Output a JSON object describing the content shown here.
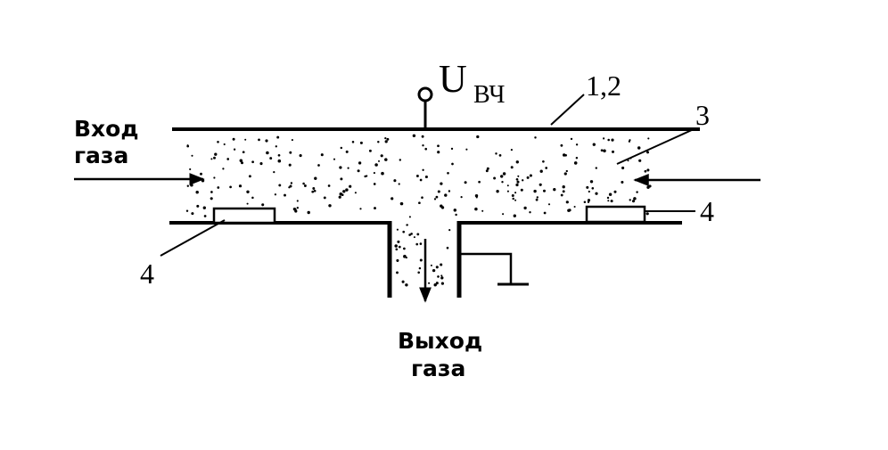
{
  "labels": {
    "inlet_line1": "Вход",
    "inlet_line2": "газа",
    "outlet_line1": "Выход",
    "outlet_line2": "газа",
    "voltage_main": "U",
    "voltage_sub": "ВЧ",
    "callout_electrodes": "1,2",
    "callout_plasma": "3",
    "callout_pad_right": "4",
    "callout_pad_left": "4"
  },
  "colors": {
    "ink": "#000000",
    "background": "#ffffff"
  }
}
